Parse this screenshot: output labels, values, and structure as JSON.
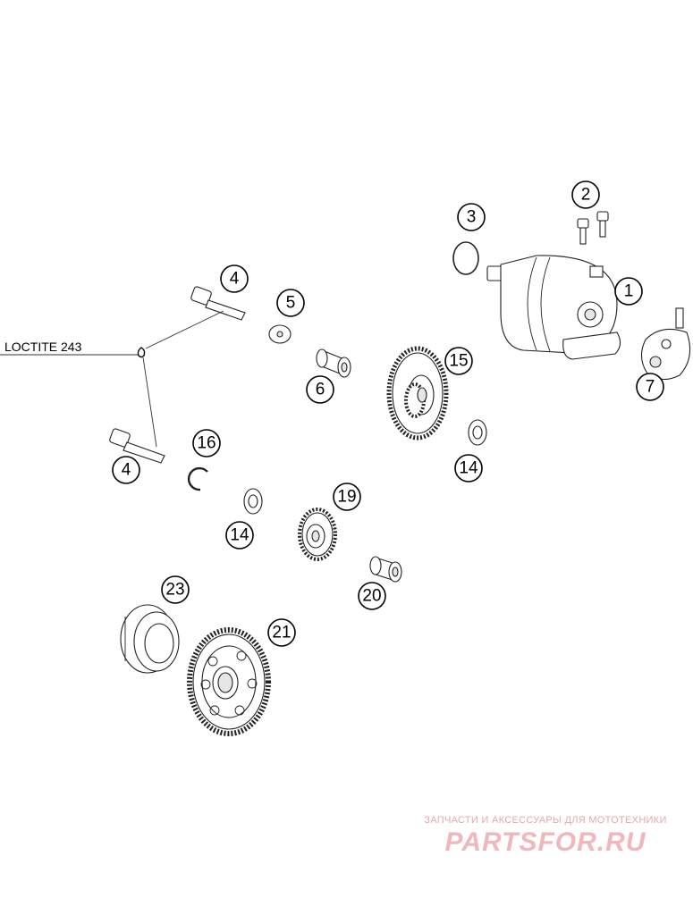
{
  "callouts": [
    {
      "id": "1",
      "label": "1"
    },
    {
      "id": "2",
      "label": "2"
    },
    {
      "id": "3",
      "label": "3"
    },
    {
      "id": "4a",
      "label": "4"
    },
    {
      "id": "4b",
      "label": "4"
    },
    {
      "id": "5",
      "label": "5"
    },
    {
      "id": "6",
      "label": "6"
    },
    {
      "id": "7",
      "label": "7"
    },
    {
      "id": "14a",
      "label": "14"
    },
    {
      "id": "14b",
      "label": "14"
    },
    {
      "id": "15",
      "label": "15"
    },
    {
      "id": "16",
      "label": "16"
    },
    {
      "id": "19",
      "label": "19"
    },
    {
      "id": "20",
      "label": "20"
    },
    {
      "id": "21",
      "label": "21"
    },
    {
      "id": "23",
      "label": "23"
    }
  ],
  "loctite": {
    "label": "LOCTITE 243"
  },
  "watermark": {
    "tagline": "ЗАПЧАСТИ И АКСЕССУАРЫ ДЛЯ МОТОТЕХНИКИ",
    "logo": "PARTSFOR.RU"
  }
}
